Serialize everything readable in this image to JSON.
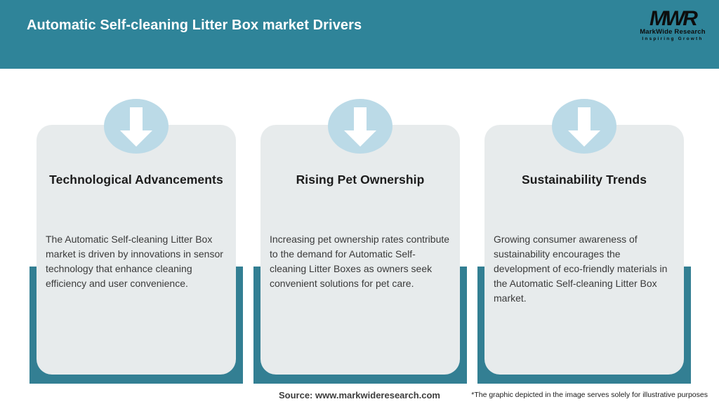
{
  "header": {
    "title": "Automatic Self-cleaning Litter Box market Drivers",
    "logo": {
      "monogram": "MWR",
      "company": "MarkWide Research",
      "tagline": "Inspiring Growth"
    }
  },
  "cards": [
    {
      "icon": "down-arrow-icon",
      "title": "Technological Advancements",
      "description": "The Automatic Self-cleaning Litter Box market is driven by innovations in sensor technology that enhance cleaning efficiency and user convenience."
    },
    {
      "icon": "down-arrow-icon",
      "title": "Rising Pet Ownership",
      "description": "Increasing pet ownership rates contribute to the demand for Automatic Self-cleaning Litter Boxes as owners seek convenient solutions for pet care."
    },
    {
      "icon": "down-arrow-icon",
      "title": "Sustainability Trends",
      "description": "Growing consumer awareness of sustainability encourages the development of eco-friendly materials in the Automatic Self-cleaning Litter Box market."
    }
  ],
  "footer": {
    "source": "Source: www.markwideresearch.com",
    "disclaimer": "*The graphic depicted in the image serves solely for illustrative purposes"
  },
  "colors": {
    "header_teal": "#2F8499",
    "backdrop_teal": "#337F93",
    "circle_blue": "#BBDAE7",
    "card_gray": "#E7EBEC",
    "title_text": "#FFFFFF",
    "heading_text": "#1C1C1C",
    "body_text": "#3A3A3A"
  }
}
